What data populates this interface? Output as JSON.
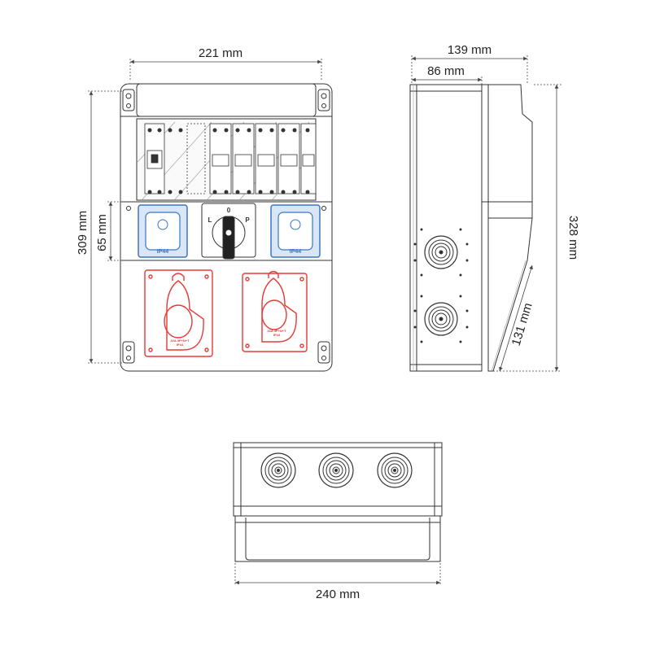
{
  "colors": {
    "outline": "#333333",
    "dimension": "#444444",
    "blue_socket": "#3a76c4",
    "blue_fill": "#d9e6f5",
    "red_socket": "#e53935"
  },
  "front_view": {
    "width_label": "221 mm",
    "height_label": "309 mm",
    "upper_section_label": "65 mm",
    "switch": {
      "left": "L",
      "center": "0",
      "right": "P"
    },
    "blue_sockets": [
      {
        "label": "IP44"
      },
      {
        "label": "IP44"
      }
    ],
    "red_sockets": [
      {
        "rating": "32A 3P+N+T",
        "ip": "IP44"
      },
      {
        "rating": "16A 3P+N+T",
        "ip": "IP44"
      }
    ]
  },
  "side_view": {
    "depth_label": "139 mm",
    "inner_depth_label": "86 mm",
    "height_label": "328 mm",
    "slant_label": "131 mm"
  },
  "bottom_view": {
    "width_label": "240 mm"
  }
}
